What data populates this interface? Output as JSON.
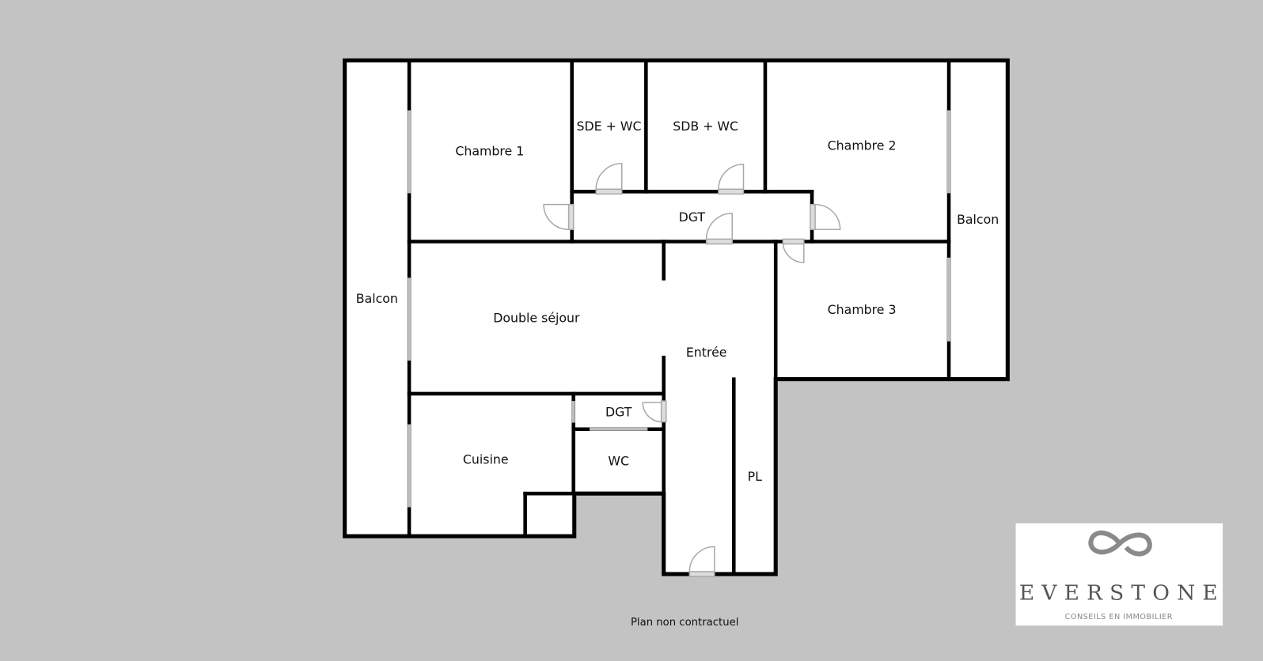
{
  "rooms": {
    "balcon_left": "Balcon",
    "chambre1": "Chambre 1",
    "sde_wc": "SDE + WC",
    "sdb_wc": "SDB + WC",
    "chambre2": "Chambre 2",
    "balcon_right": "Balcon",
    "dgt_top": "DGT",
    "double_sejour": "Double séjour",
    "entree": "Entrée",
    "chambre3": "Chambre 3",
    "dgt_small": "DGT",
    "cuisine": "Cuisine",
    "wc": "WC",
    "pl": "PL"
  },
  "footer_note": "Plan non contractuel",
  "logo": {
    "name": "EVERSTONE",
    "tagline": "CONSEILS EN IMMOBILIER"
  },
  "colors": {
    "background": "#c3c3c3",
    "wall": "#000000",
    "floor": "#ffffff",
    "door": "#a9a9a9"
  }
}
